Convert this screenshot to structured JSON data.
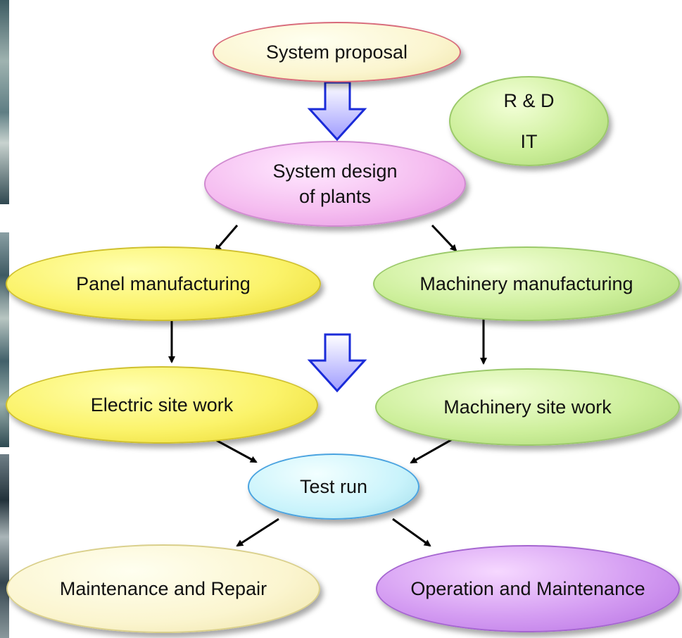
{
  "nodes": {
    "system_proposal": "System proposal",
    "rnd": [
      "R & D",
      "IT"
    ],
    "system_design": [
      "System design",
      "of plants"
    ],
    "panel_manufacturing": "Panel manufacturing",
    "machinery_manufacturing": "Machinery manufacturing",
    "electric_site_work": "Electric site work",
    "machinery_site_work": "Machinery site work",
    "test_run": "Test run",
    "maintenance_repair": "Maintenance and Repair",
    "operation_maintenance": "Operation and Maintenance"
  },
  "colors": {
    "block_arrow_fill": "#c9c7ff",
    "block_arrow_stroke": "#1a2bd8",
    "connector": "#000000"
  }
}
